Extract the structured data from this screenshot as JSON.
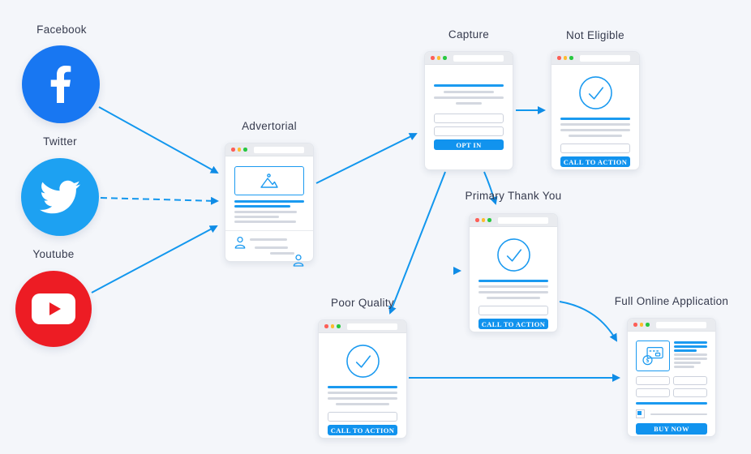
{
  "palette": {
    "background": "#f4f6fa",
    "accent_blue": "#1b9af0",
    "arrow_blue": "#1095ec",
    "facebook_blue": "#1877f2",
    "twitter_blue": "#1da1f2",
    "youtube_red": "#ed1c24"
  },
  "sources": [
    {
      "id": "facebook",
      "label": "Facebook",
      "icon": "facebook-icon"
    },
    {
      "id": "twitter",
      "label": "Twitter",
      "icon": "twitter-icon"
    },
    {
      "id": "youtube",
      "label": "Youtube",
      "icon": "youtube-icon"
    }
  ],
  "nodes": [
    {
      "id": "advertorial",
      "label": "Advertorial"
    },
    {
      "id": "capture",
      "label": "Capture",
      "button_label": "OPT IN"
    },
    {
      "id": "not-eligible",
      "label": "Not Eligible",
      "button_label": "CALL TO ACTION"
    },
    {
      "id": "primary-thank-you",
      "label": "Primary Thank You",
      "button_label": "CALL TO ACTION"
    },
    {
      "id": "poor-quality",
      "label": "Poor Quality",
      "button_label": "CALL TO ACTION"
    },
    {
      "id": "full-online-application",
      "label": "Full Online Application",
      "button_label": "BUY NOW"
    }
  ],
  "connections": [
    {
      "from": "facebook",
      "to": "advertorial",
      "style": "solid"
    },
    {
      "from": "twitter",
      "to": "advertorial",
      "style": "dashed"
    },
    {
      "from": "youtube",
      "to": "advertorial",
      "style": "solid"
    },
    {
      "from": "advertorial",
      "to": "capture",
      "style": "solid"
    },
    {
      "from": "capture",
      "to": "not-eligible",
      "style": "solid"
    },
    {
      "from": "capture",
      "to": "primary-thank-you",
      "style": "solid"
    },
    {
      "from": "capture",
      "to": "poor-quality",
      "style": "solid"
    },
    {
      "from": "primary-thank-you",
      "to": "full-online-application",
      "style": "curved"
    },
    {
      "from": "poor-quality",
      "to": "full-online-application",
      "style": "solid"
    }
  ]
}
